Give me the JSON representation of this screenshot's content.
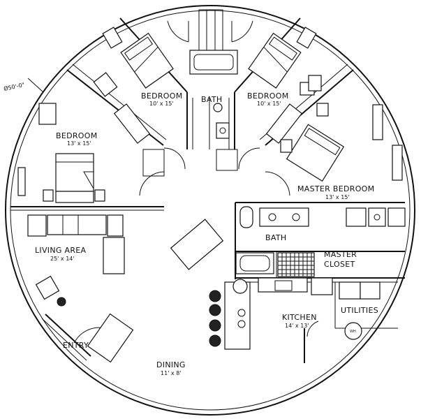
{
  "diameter_label": "Ø50'-0\"",
  "rooms": {
    "bedroom_left": {
      "name": "BEDROOM",
      "size": "13' x 15'"
    },
    "bedroom_top_left": {
      "name": "BEDROOM",
      "size": "10' x 15'"
    },
    "bath_top": {
      "name": "BATH"
    },
    "bedroom_top_right": {
      "name": "BEDROOM",
      "size": "10' x 15'"
    },
    "master_bedroom": {
      "name": "MASTER BEDROOM",
      "size": "13' x 15'"
    },
    "master_bath": {
      "name": "BATH"
    },
    "master_closet": {
      "line1": "MASTER",
      "line2": "CLOSET"
    },
    "living_area": {
      "name": "LIVING AREA",
      "size": "25' x 14'"
    },
    "kitchen": {
      "name": "KITCHEN",
      "size": "14' x 13'"
    },
    "utilities": {
      "name": "UTILITIES"
    },
    "entry": {
      "name": "ENTRY"
    },
    "dining": {
      "name": "DINING",
      "size": "11' x 8'"
    }
  },
  "fixtures": {
    "washer_label": "WH"
  }
}
